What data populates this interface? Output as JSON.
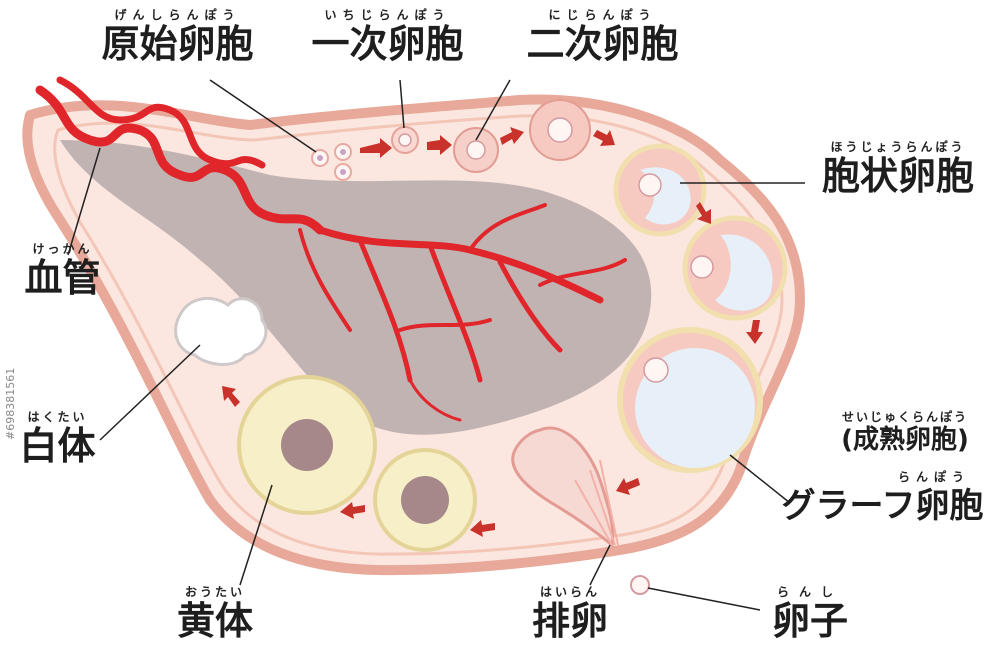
{
  "labels": {
    "primordial": {
      "ruby": "げんしらんぽう",
      "text": "原始卵胞"
    },
    "primary": {
      "ruby": "いちじらんぽう",
      "text": "一次卵胞"
    },
    "secondary": {
      "ruby": "にじらんぽう",
      "text": "二次卵胞"
    },
    "antral": {
      "ruby": "ほうじょうらんぽう",
      "text": "胞状卵胞"
    },
    "vessel": {
      "ruby": "けっかん",
      "text": "血管"
    },
    "albicans": {
      "ruby": "はくたい",
      "text": "白体"
    },
    "mature": {
      "ruby": "せいじゅくらんぽう",
      "text": "(成熟卵胞)"
    },
    "graaf": {
      "ruby": "らんぽう",
      "text": "グラーフ卵胞"
    },
    "luteum": {
      "ruby": "おうたい",
      "text": "黄体"
    },
    "ovulation": {
      "ruby": "はいらん",
      "text": "排卵"
    },
    "ovum": {
      "ruby": "らんし",
      "text": "卵子"
    }
  },
  "side_id": "#698381561",
  "colors": {
    "ovary_fill": "#fbe7df",
    "ovary_edge": "#e8a99a",
    "medulla": "#b7a9ab",
    "vessel": "#e0262b",
    "arrow": "#c8322b",
    "follicle_ring": "#f4c7c0",
    "antrum": "#e7f0f8",
    "luteum": "#f6efc7",
    "luteum_core": "#a6888a"
  }
}
